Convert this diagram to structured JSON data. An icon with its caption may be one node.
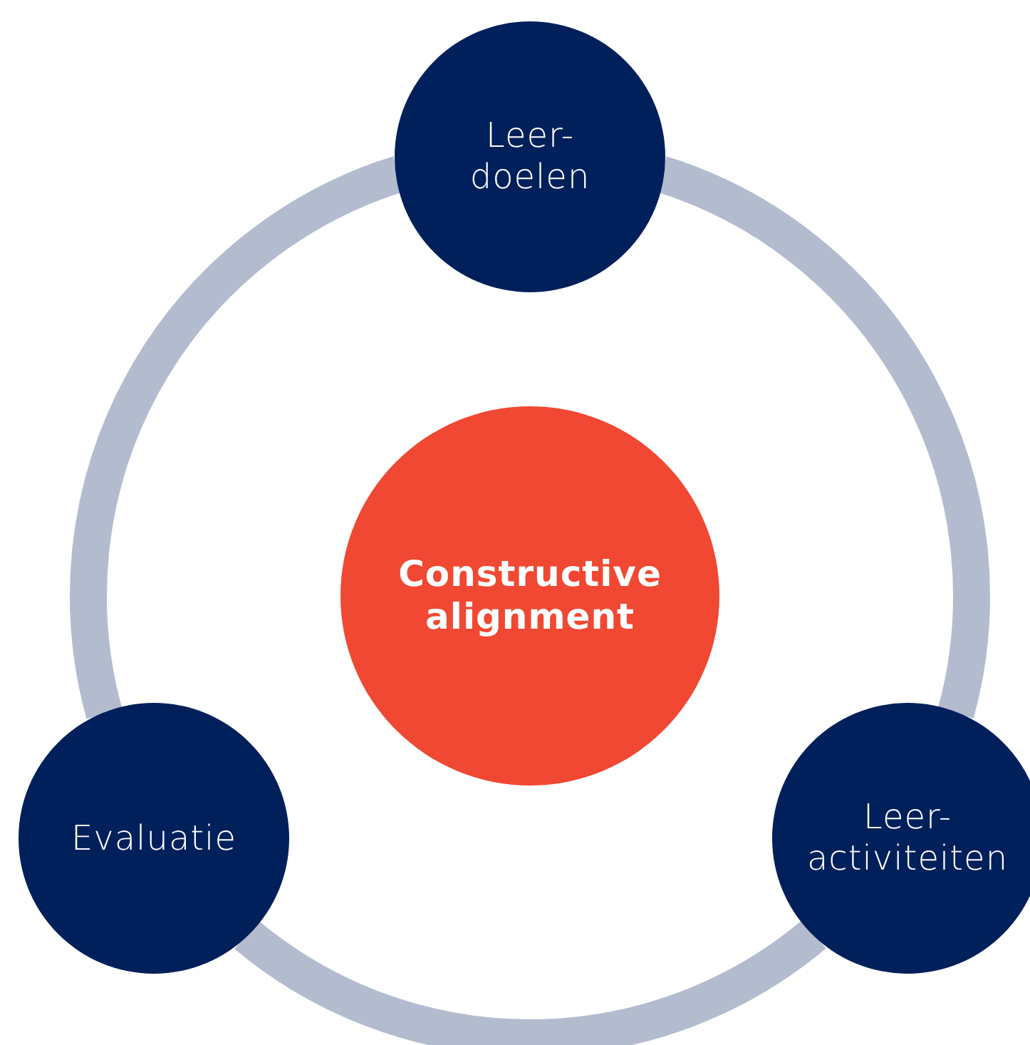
{
  "diagram": {
    "nodes": [
      {
        "text": [
          "Leer- doelen"
        ]
      },
      {
        "text": [
          "Constructive alignment"
        ]
      },
      {
        "text": [
          "Evaluatie"
        ]
      },
      {
        "text": [
          "Leer- activiteiten"
        ]
      }
    ],
    "edges": [
      {
        "from": 0,
        "to": 3,
        "arrow": "none"
      },
      {
        "from": 3,
        "to": 2,
        "arrow": "none"
      },
      {
        "from": 2,
        "to": 0,
        "arrow": "none"
      }
    ]
  }
}
